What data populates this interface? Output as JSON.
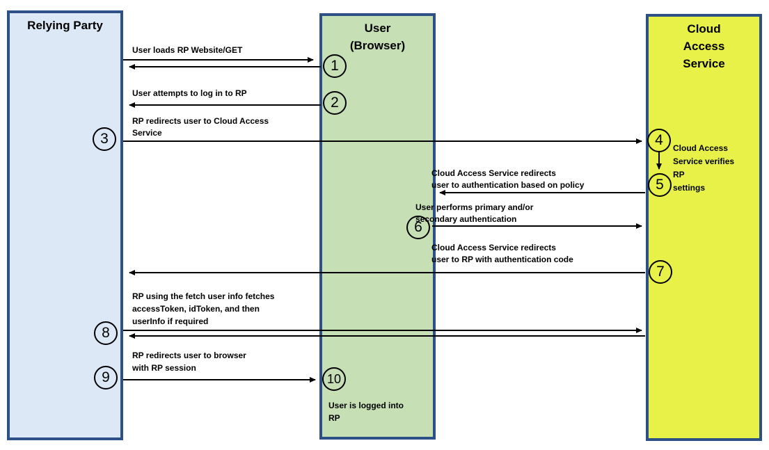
{
  "diagram": {
    "colors": {
      "lane_border": "#2d5186",
      "relying_party_fill": "#dce8f5",
      "user_browser_fill": "#c6dfb4",
      "cloud_access_fill": "#e7f148",
      "arrow": "#000000",
      "text": "#000000",
      "background": "#ffffff"
    },
    "lanes": [
      {
        "name": "Relying Party",
        "title_lines": [
          "Relying Party"
        ]
      },
      {
        "name": "User (Browser)",
        "title_lines": [
          "User",
          "(Browser)"
        ]
      },
      {
        "name": "Cloud Access Service",
        "title_lines": [
          "Cloud",
          "Access",
          "Service"
        ]
      }
    ],
    "steps": [
      {
        "num": "1",
        "label": "User loads RP Website/GET"
      },
      {
        "num": "2",
        "label": "User attempts to log in to RP"
      },
      {
        "num": "3",
        "label": "RP redirects user to Cloud Access\nService"
      },
      {
        "num": "4",
        "label": "Cloud Access\nService verifies\nRP\nsettings"
      },
      {
        "num": "5",
        "label": "Cloud Access Service redirects\nuser to authentication based on policy"
      },
      {
        "num": "6",
        "label": "User performs primary and/or\nsecondary authentication"
      },
      {
        "num": "7",
        "label": "Cloud Access Service redirects\nuser to RP with authentication code"
      },
      {
        "num": "8",
        "label": "RP using the fetch user info fetches\naccessToken, idToken, and then\nuserInfo if required"
      },
      {
        "num": "9",
        "label": "RP redirects user to browser\nwith RP session"
      },
      {
        "num": "10",
        "label": "User is logged into\nRP"
      }
    ]
  }
}
